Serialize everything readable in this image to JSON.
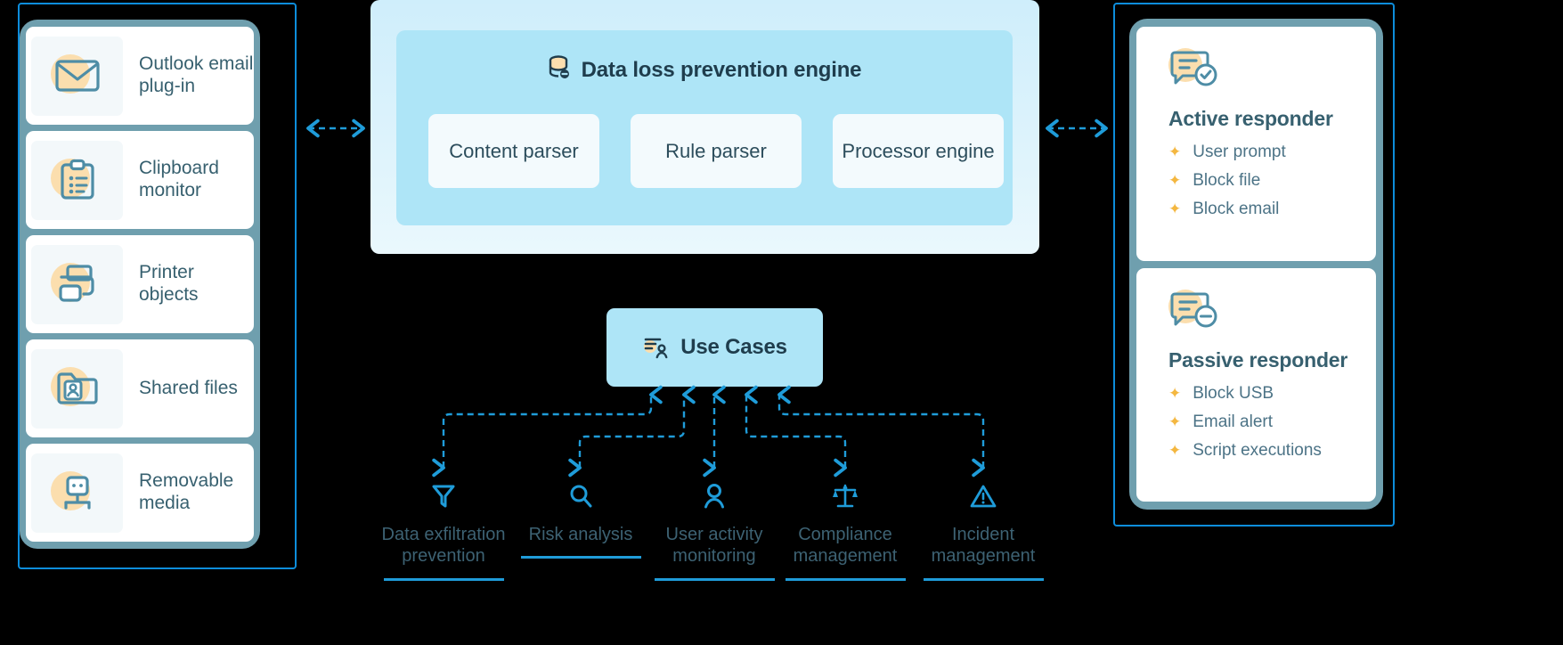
{
  "sources": {
    "items": [
      {
        "label": "Outlook email plug-in",
        "icon": "envelope-icon"
      },
      {
        "label": "Clipboard monitor",
        "icon": "clipboard-icon"
      },
      {
        "label": "Printer objects",
        "icon": "printer-icon"
      },
      {
        "label": "Shared files",
        "icon": "shared-folder-icon"
      },
      {
        "label": "Removable media",
        "icon": "usb-drive-icon"
      }
    ]
  },
  "engine": {
    "title": "Data loss prevention engine",
    "icon": "database-icon",
    "components": [
      {
        "label": "Content parser"
      },
      {
        "label": "Rule parser"
      },
      {
        "label": "Processor engine"
      }
    ]
  },
  "responders": {
    "cards": [
      {
        "title": "Active responder",
        "icon": "chat-check-icon",
        "items": [
          "User prompt",
          "Block file",
          "Block email"
        ]
      },
      {
        "title": "Passive responder",
        "icon": "chat-minus-icon",
        "items": [
          "Block USB",
          "Email alert",
          "Script executions"
        ]
      }
    ]
  },
  "use_cases": {
    "title": "Use Cases",
    "icon": "user-list-icon",
    "items": [
      {
        "label": "Data exfiltration prevention",
        "icon": "funnel-icon"
      },
      {
        "label": "Risk analysis",
        "icon": "magnifier-icon"
      },
      {
        "label": "User activity monitoring",
        "icon": "user-icon"
      },
      {
        "label": "Compliance management",
        "icon": "scales-icon"
      },
      {
        "label": "Incident management",
        "icon": "warning-triangle-icon"
      }
    ]
  },
  "connectors": {
    "left_arrow": "bidirectional-dashed-arrow",
    "right_arrow": "bidirectional-dashed-arrow"
  },
  "colors": {
    "background": "#000000",
    "accent_blue": "#0d8ddb",
    "panel_teal": "#6f9fae",
    "engine_light": "#aee5f7",
    "sparkle_gold": "#f4b740",
    "text_slate": "#37606f"
  }
}
